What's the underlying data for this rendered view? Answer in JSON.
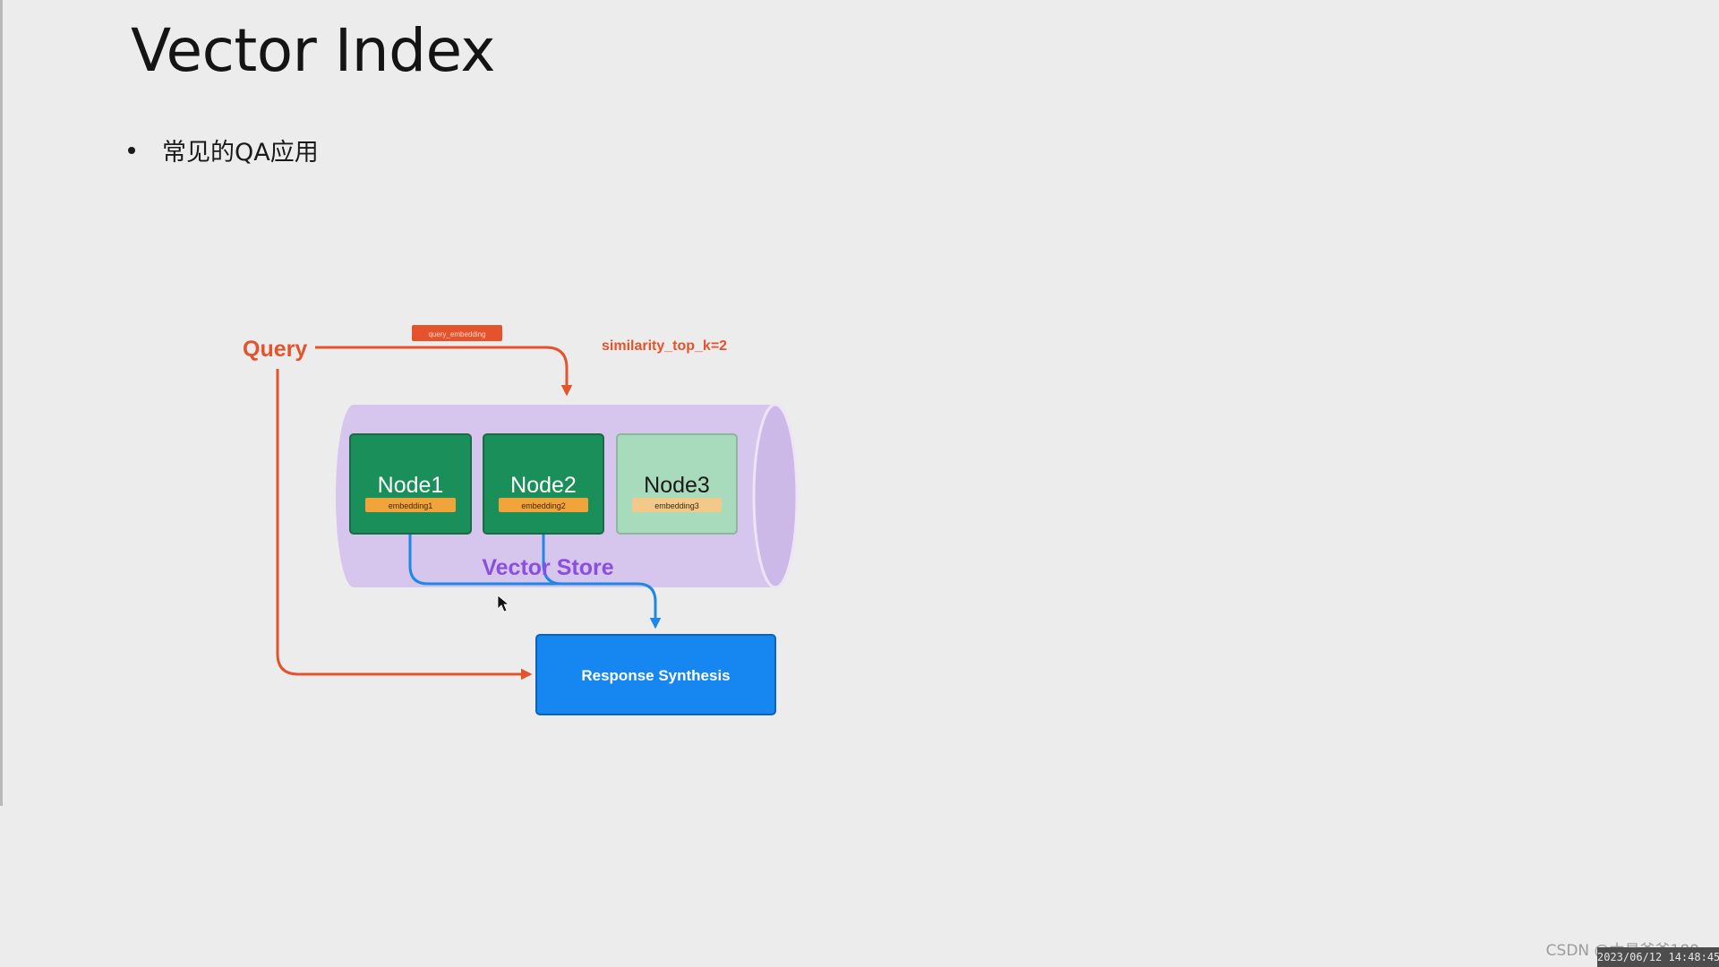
{
  "slide": {
    "title": "Vector Index",
    "bullet": "常见的QA应用"
  },
  "diagram": {
    "query_label": "Query",
    "query_embedding_label": "query_embedding",
    "similarity_label": "similarity_top_k=2",
    "vector_store_label": "Vector Store",
    "nodes": [
      {
        "name": "Node1",
        "embedding": "embedding1",
        "retrieved": true
      },
      {
        "name": "Node2",
        "embedding": "embedding2",
        "retrieved": true
      },
      {
        "name": "Node3",
        "embedding": "embedding3",
        "retrieved": false
      }
    ],
    "response_label": "Response Synthesis",
    "colors": {
      "query": "#e4532b",
      "retrieval": "#1e88e5",
      "store": "#d6c5ec",
      "store_label": "#8b4fe0",
      "node_active": "#1a8f5a",
      "node_inactive": "#a8dbbb",
      "embedding": "#f1a43a",
      "embedding_inactive": "#f3c98a",
      "response": "#1686f0"
    }
  },
  "footer": {
    "watermark": "CSDN @木易爸爸180",
    "timestamp": "2023/06/12 14:48:45"
  }
}
